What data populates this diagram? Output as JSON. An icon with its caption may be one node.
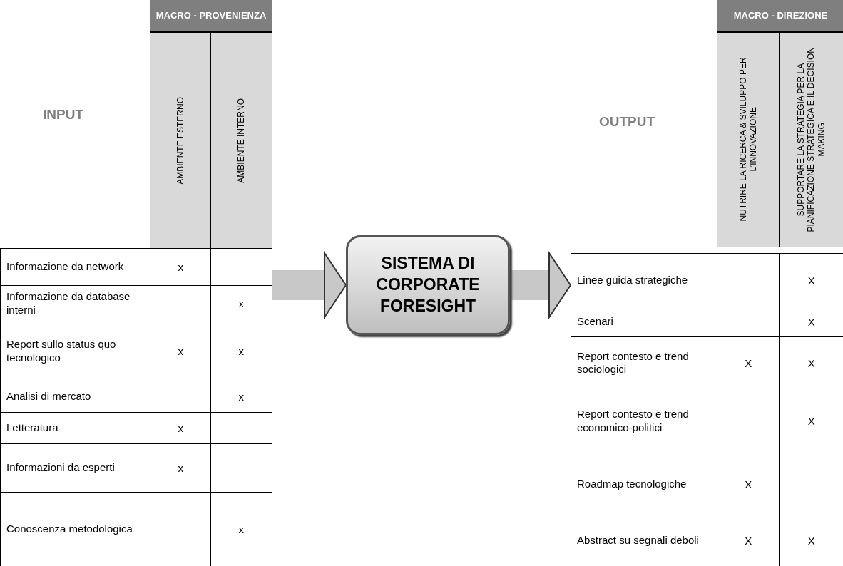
{
  "diagram": {
    "nodes": [
      {
        "text": [
          "INPUT"
        ]
      },
      {
        "text": [
          "SISTEMA DI CORPORATE FORESIGHT"
        ]
      },
      {
        "text": [
          "OUTPUT"
        ]
      }
    ],
    "edges": [
      {
        "from": 0,
        "to": 1,
        "arrow": "to"
      },
      {
        "from": 1,
        "to": 2,
        "arrow": "to"
      }
    ],
    "labels": [
      "MACRO - PROVENIENZA",
      "AMBIENTE ESTERNO",
      "AMBIENTE INTERNO",
      "Informazione da network",
      "x",
      "Informazione da database interni",
      "x",
      "Report sullo status quo tecnologico",
      "x",
      "x",
      "Analisi di mercato",
      "x",
      "Letteratura",
      "x",
      "Informazioni da esperti",
      "x",
      "Conoscenza metodologica",
      "x",
      "MACRO - DIREZIONE",
      "NUTRIRE LA RICERCA & SVILUPPO PER L’INNOVAZIONE",
      "SUPPORTARE LA STRATEGIA PER LA PIANIFICAZIONE STRATEGICA E IL DECISION MAKING",
      "Linee guida strategiche",
      "X",
      "Scenari",
      "X",
      "Report contesto e trend sociologici",
      "X",
      "X",
      "Report contesto e trend economico-politici",
      "X",
      "Roadmap tecnologiche",
      "X",
      "Abstract su segnali deboli",
      "X",
      "X"
    ]
  }
}
